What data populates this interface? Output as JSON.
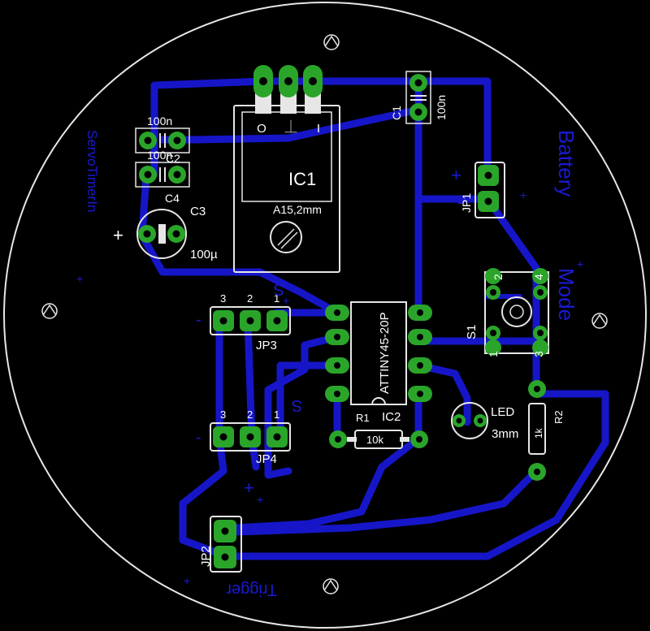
{
  "colors": {
    "background": "#000000",
    "copper_bottom": "#1616c8",
    "pads": "#2aa52a",
    "silkscreen": "#ffffff"
  },
  "labels": {
    "ic1_name": "IC1",
    "ic1_package": "A15,2mm",
    "ic1_pin_o": "O",
    "ic1_pin_gnd": "⏊",
    "ic1_pin_i": "I",
    "c1_name": "C1",
    "c1_value": "100n",
    "c_top_value": "100n",
    "c_mid_value": "100n",
    "c_mid_name": "C2",
    "c4_name": "C4",
    "c3_name": "C3",
    "c3_value": "100µ",
    "jp1_name": "JP1",
    "jp2_name": "JP2",
    "jp3_name": "JP3",
    "jp4_name": "JP4",
    "jp_pin_1": "1",
    "jp_pin_2": "2",
    "jp_pin_3": "3",
    "ic2_name": "IC2",
    "ic2_part": "ATTINY45-20P",
    "r1_name": "R1",
    "r1_value": "10k",
    "r2_name": "R2",
    "r2_value": "1k",
    "s1_name": "S1",
    "s1_pin_1": "1",
    "s1_pin_2": "2",
    "s1_pin_3": "3",
    "s1_pin_4": "4",
    "led_name": "LED",
    "led_size": "3mm",
    "mirror_battery": "Battery",
    "mirror_mode": "Mode",
    "mirror_servo": "ServoTimerIn",
    "mirror_trigger": "Trigger",
    "mirror_s1": "S",
    "mirror_s2": "S",
    "plus": "+",
    "minus": "-"
  }
}
